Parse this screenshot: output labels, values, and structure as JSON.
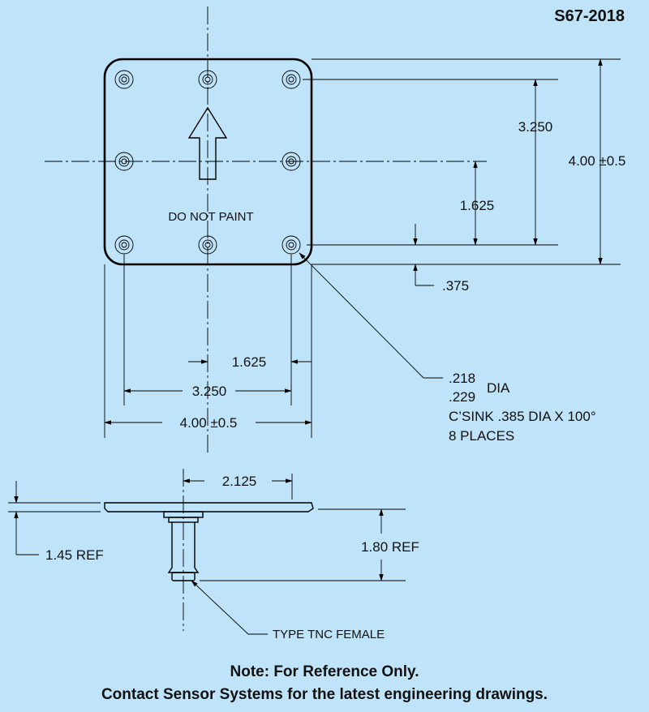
{
  "part_number": "S67-2018",
  "plate_label": "DO NOT PAINT",
  "top_view": {
    "dim_height": "4.00 ±0.5",
    "dim_v_3250": "3.250",
    "dim_v_1625": "1.625",
    "dim_v_375": ".375",
    "dim_width": "4.00 ±0.5",
    "dim_h_3250": "3.250",
    "dim_h_1625": "1.625"
  },
  "hole_callout": {
    "dia_upper": ".218",
    "dia_lower": ".229",
    "dia_suffix": "DIA",
    "csink": "C’SINK .385 DIA X 100°",
    "places": "8 PLACES"
  },
  "side_view": {
    "dim_connector_offset": "2.125",
    "dim_plate_ref": "1.45 REF",
    "dim_connector_ref": "1.80 REF",
    "connector_label": "TYPE TNC FEMALE"
  },
  "notes": {
    "line1": "Note: For Reference Only.",
    "line2": "Contact Sensor Systems for the latest engineering drawings."
  }
}
